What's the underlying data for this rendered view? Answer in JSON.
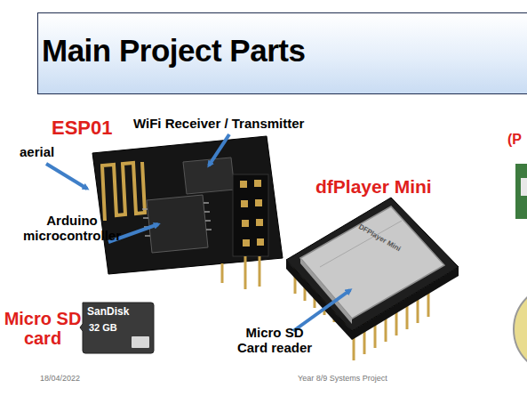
{
  "diagram": {
    "title": "Main Project Parts",
    "labels": [
      "ESP01",
      "WiFi Receiver / Transmitter",
      "(P",
      "aerial",
      "dfPlayer Mini",
      "DFPlayer Mini",
      "Arduino microcontroller",
      "Micro SD card",
      "SanDisk",
      "32 GB",
      "Micro SD Card reader",
      "18/04/2022",
      "Year 8/9 Systems Project"
    ]
  }
}
